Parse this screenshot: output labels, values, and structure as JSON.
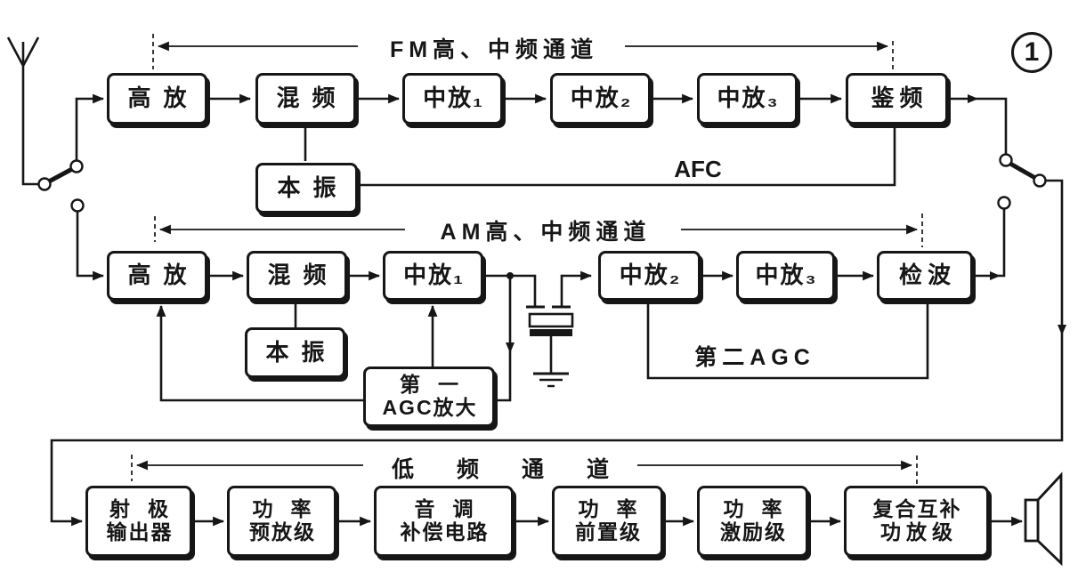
{
  "figure": {
    "number": "1"
  },
  "section_labels": {
    "fm": "FM高、中频通道",
    "am": "AM高、中频通道",
    "lf": "低频通道"
  },
  "annotations": {
    "afc": "AFC",
    "agc2": "第二AGC"
  },
  "blocks": {
    "fm_rf": "高放",
    "fm_mixer": "混频",
    "fm_lo": "本振",
    "fm_if1": "中放₁",
    "fm_if2": "中放₂",
    "fm_if3": "中放₃",
    "fm_det": "鉴频",
    "am_rf": "高放",
    "am_mixer": "混频",
    "am_lo": "本振",
    "am_if1": "中放₁",
    "am_if2": "中放₂",
    "am_if3": "中放₃",
    "am_det": "检波",
    "agc1": {
      "line1": "第一",
      "line2": "AGC放大"
    },
    "lf_emitter": {
      "line1": "射极",
      "line2": "输出器"
    },
    "lf_preamp": {
      "line1": "功率",
      "line2": "预放级"
    },
    "lf_tone": {
      "line1": "音调",
      "line2": "补偿电路"
    },
    "lf_front": {
      "line1": "功率",
      "line2": "前置级"
    },
    "lf_driver": {
      "line1": "功率",
      "line2": "激励级"
    },
    "lf_power": {
      "line1": "复合互补",
      "line2": "功放级"
    }
  },
  "icons": {
    "antenna": "antenna-icon",
    "input_switch": "band-switch-input",
    "output_switch": "band-switch-output",
    "filter": "ceramic-filter-icon",
    "ground": "ground-icon",
    "speaker": "speaker-icon"
  }
}
